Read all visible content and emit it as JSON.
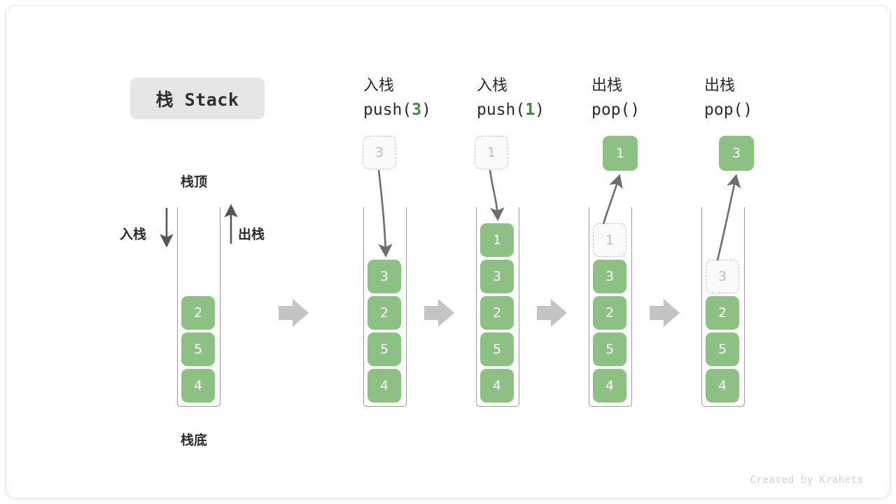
{
  "title": {
    "text": "栈 Stack"
  },
  "legend": {
    "top_label": "栈顶",
    "bottom_label": "栈底",
    "push_label": "入栈",
    "pop_label": "出栈"
  },
  "colors": {
    "element_fill": "#8cc183",
    "element_text": "#ffffff",
    "ghost_border": "#c4c4c4",
    "ghost_text": "#bdbdbd",
    "arrow_gray": "#c4c4c4",
    "code_arg": "#3c8a44",
    "title_chip_bg": "#e6e6e6"
  },
  "initial_stack": {
    "name": "initial",
    "values": [
      "2",
      "5",
      "4"
    ]
  },
  "steps": [
    {
      "id": "push-3",
      "op_cn": "入栈",
      "op_code_prefix": "push(",
      "op_code_arg": "3",
      "op_code_suffix": ")",
      "floating": {
        "value": "3",
        "style": "ghost"
      },
      "stack_values": [
        "3",
        "2",
        "5",
        "4"
      ],
      "arrow_direction": "down"
    },
    {
      "id": "push-1",
      "op_cn": "入栈",
      "op_code_prefix": "push(",
      "op_code_arg": "1",
      "op_code_suffix": ")",
      "floating": {
        "value": "1",
        "style": "ghost"
      },
      "stack_values": [
        "1",
        "3",
        "2",
        "5",
        "4"
      ],
      "arrow_direction": "down"
    },
    {
      "id": "pop-1",
      "op_cn": "出栈",
      "op_code_prefix": "pop(",
      "op_code_arg": "",
      "op_code_suffix": ")",
      "floating": {
        "value": "1",
        "style": "result"
      },
      "stack_values": [
        "1",
        "3",
        "2",
        "5",
        "4"
      ],
      "ghost_top_index": 0,
      "arrow_direction": "up"
    },
    {
      "id": "pop-3",
      "op_cn": "出栈",
      "op_code_prefix": "pop(",
      "op_code_arg": "",
      "op_code_suffix": ")",
      "floating": {
        "value": "3",
        "style": "result"
      },
      "stack_values": [
        "3",
        "2",
        "5",
        "4"
      ],
      "ghost_top_index": 0,
      "arrow_direction": "up"
    }
  ],
  "footer": {
    "credit": "Created by Krahets"
  }
}
